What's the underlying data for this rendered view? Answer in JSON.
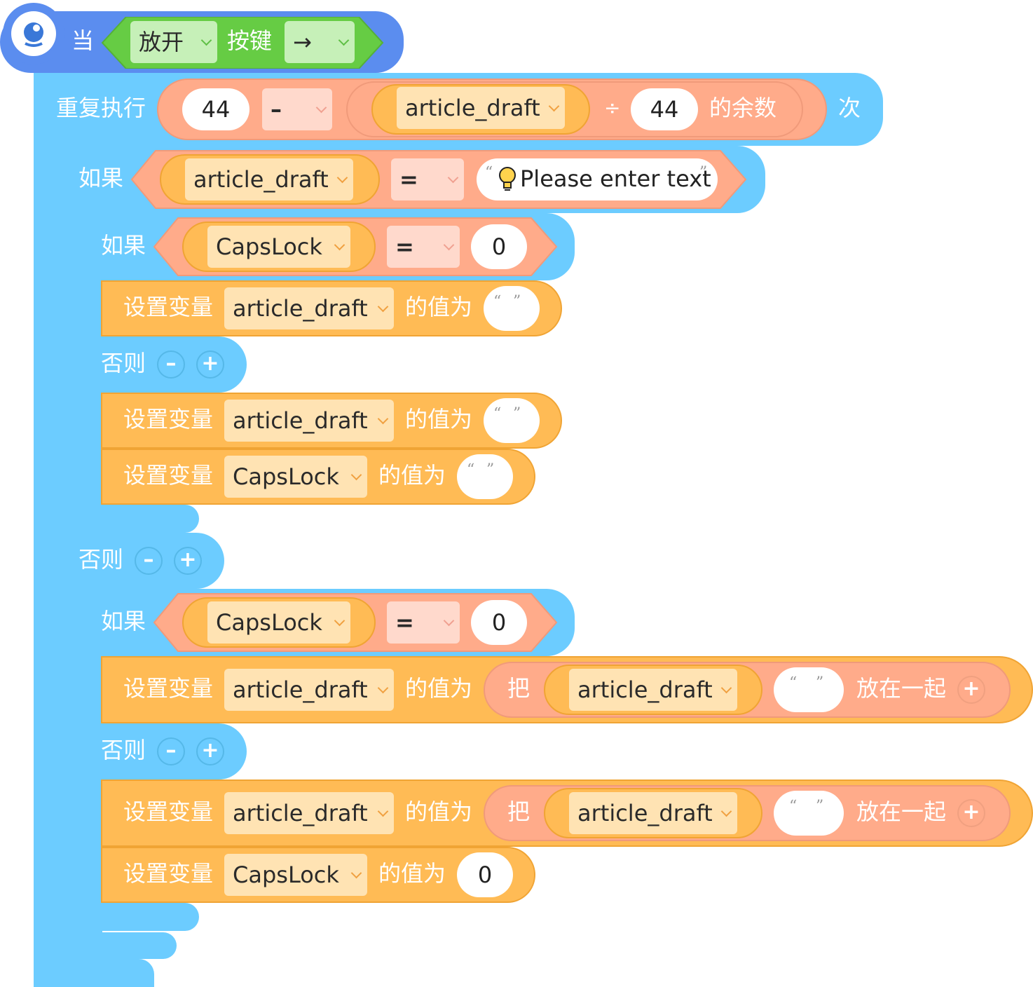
{
  "event": {
    "when": "当",
    "action": "放开",
    "key_label": "按键",
    "key": "→",
    "icon": "sensor-icon"
  },
  "repeat": {
    "label": "重复执行",
    "left_value": "44",
    "operator": "–",
    "mod_variable": "article_draft",
    "mod_operator": "÷",
    "mod_value": "44",
    "mod_suffix": "的余数",
    "times_suffix": "次"
  },
  "if_outer": {
    "if_label": "如果",
    "variable": "article_draft",
    "operator": "=",
    "text": "Please enter text",
    "text_icon": "lightbulb-icon",
    "open_quote": "“",
    "close_quote": "”"
  },
  "if_inner1": {
    "if_label": "如果",
    "variable": "CapsLock",
    "operator": "=",
    "value": "0",
    "set1": {
      "label": "设置变量",
      "variable": "article_draft",
      "value_label": "的值为"
    },
    "else_label": "否则",
    "set2": {
      "label": "设置变量",
      "variable": "article_draft",
      "value_label": "的值为"
    },
    "set3": {
      "label": "设置变量",
      "variable": "CapsLock",
      "value_label": "的值为"
    }
  },
  "else_outer": {
    "label": "否则",
    "minus": "–",
    "plus": "+"
  },
  "if_inner2": {
    "if_label": "如果",
    "variable": "CapsLock",
    "operator": "=",
    "value": "0",
    "set1": {
      "label": "设置变量",
      "variable": "article_draft",
      "value_label": "的值为",
      "join_label": "把",
      "join_variable": "article_draft",
      "join_suffix": "放在一起"
    },
    "else_label": "否则",
    "set2": {
      "label": "设置变量",
      "variable": "article_draft",
      "value_label": "的值为",
      "join_label": "把",
      "join_variable": "article_draft",
      "join_suffix": "放在一起"
    },
    "set3": {
      "label": "设置变量",
      "variable": "CapsLock",
      "value_label": "的值为",
      "value": "0"
    }
  },
  "quotes": {
    "open": "“",
    "close": "”"
  },
  "colors": {
    "control_blue": "#6cccff",
    "variable_orange": "#ffbb55",
    "operator_salmon": "#ffab8a",
    "event_green": "#66cc44",
    "event_header_blue": "#5b8def"
  }
}
